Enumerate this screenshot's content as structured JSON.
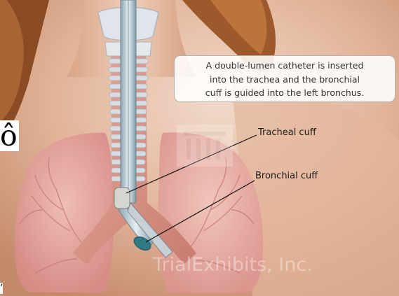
{
  "caption": "A double-lumen catheter is inserted\ninto the trachea and the bronchial\ncuff is guided into the left bronchus.",
  "labels": {
    "tracheal_cuff": "Tracheal cuff",
    "bronchial_cuff": "Bronchial cuff"
  },
  "watermark": "TrialExhibits, Inc.",
  "overlay_text": {
    "side_glyph": "ô",
    "bottom_glyph": "’"
  },
  "colors": {
    "background_skin": "#c99a7a",
    "lung_pink": "#e6a8a2",
    "trachea_rings": "#d7dde2",
    "catheter_tube": "#bfd0d8",
    "tracheal_cuff": "#d6d6d0",
    "bronchial_cuff": "#2f7a84",
    "hair": "#9c5a2c",
    "text": "#1a1a1a"
  },
  "icons": [
    "hair",
    "trachea",
    "lungs",
    "catheter",
    "watermark-logo"
  ]
}
